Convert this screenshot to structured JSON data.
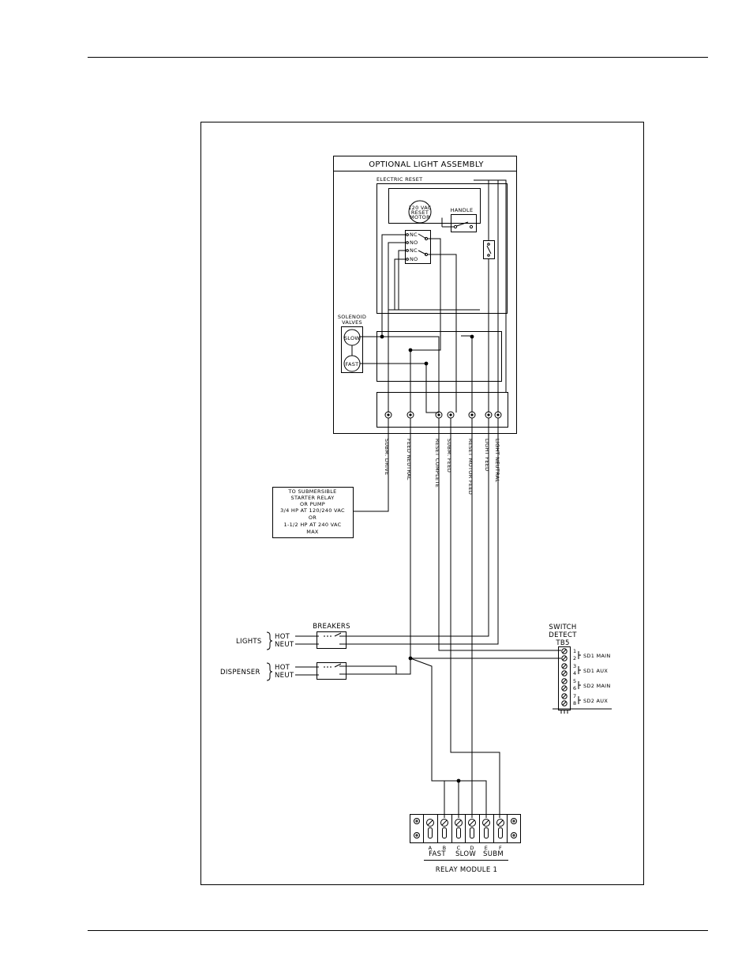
{
  "assembly": {
    "title": "OPTIONAL LIGHT ASSEMBLY",
    "electric_reset": "ELECTRIC RESET",
    "motor": [
      "120 VAC",
      "RESET",
      "MOTOR"
    ],
    "handle": "HANDLE",
    "switch_contacts": [
      "NC",
      "NO",
      "NC",
      "NO"
    ],
    "solenoid_title": [
      "SOLENOID",
      "VALVES"
    ],
    "solenoid_slow": "SLOW",
    "solenoid_fast": "FAST"
  },
  "terminals": [
    "SUBM. DRIVE",
    "FEED NEUTRAL",
    "RESET COMPLETE",
    "SUBM. FEED",
    "RESET MOTOR FEED",
    "LIGHT FEED",
    "LIGHT NEUTRAL"
  ],
  "starter_note": [
    "TO SUBMERSIBLE",
    "STARTER RELAY",
    "OR PUMP",
    "3/4 HP AT 120/240 VAC",
    "OR",
    "1-1/2 HP AT 240 VAC",
    "MAX"
  ],
  "breakers": {
    "title": "BREAKERS",
    "lights": "LIGHTS",
    "dispenser": "DISPENSER",
    "hot": "HOT",
    "neut": "NEUT"
  },
  "switch_detect": {
    "title": [
      "SWITCH",
      "DETECT",
      "TB5"
    ],
    "numbers": [
      "1",
      "2",
      "3",
      "4",
      "5",
      "6",
      "7",
      "8"
    ],
    "groups": [
      "SD1 MAIN",
      "SD1 AUX",
      "SD2 MAIN",
      "SD2 AUX"
    ]
  },
  "relay_module": {
    "letters": [
      "A",
      "B",
      "C",
      "D",
      "E",
      "F"
    ],
    "groups": [
      "FAST",
      "SLOW",
      "SUBM"
    ],
    "title": "RELAY MODULE 1"
  }
}
